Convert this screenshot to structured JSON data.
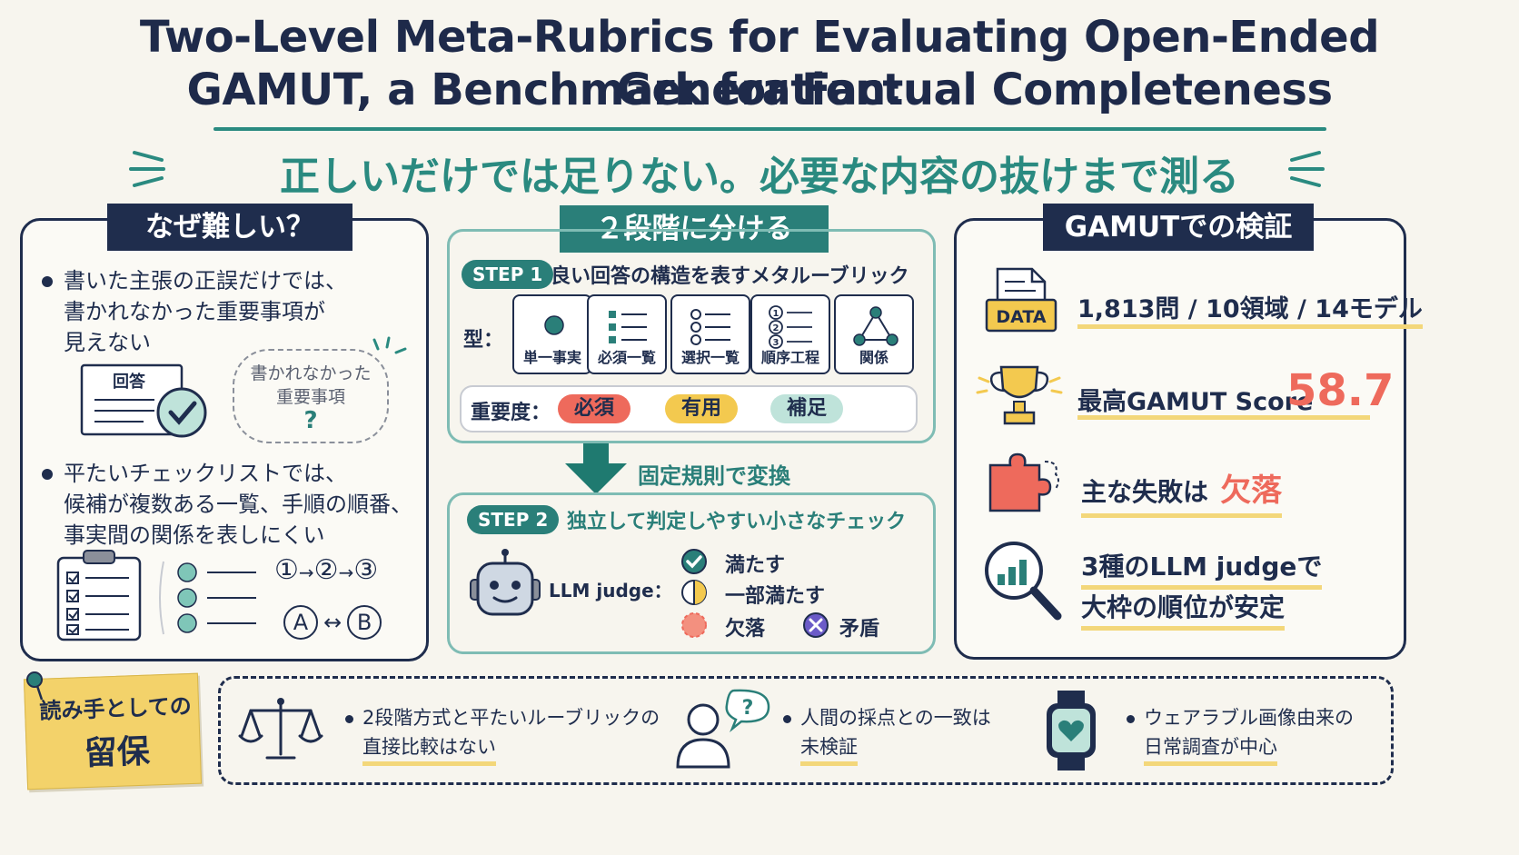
{
  "title_line1": "Two-Level Meta-Rubrics for Evaluating Open-Ended Generation:",
  "title_line2": "GAMUT, a Benchmark for Factual Completeness",
  "subtitle": "正しいだけでは足りない。必要な内容の抜けまで測る",
  "left": {
    "heading": "なぜ難しい？",
    "bullet1": [
      "書いた主張の正誤だけでは、",
      "書かれなかった重要事項が",
      "見えない"
    ],
    "answer_label": "回答",
    "missing_label_1": "書かれなかった",
    "missing_label_2": "重要事項",
    "question_mark": "?",
    "bullet2": [
      "平たいチェックリストでは、",
      "候補が複数ある一覧、手順の順番、",
      "事実間の関係を表しにくい"
    ],
    "seq": [
      "①",
      "→",
      "②",
      "→",
      "③"
    ],
    "rel": [
      "A",
      "↔",
      "B"
    ]
  },
  "middle": {
    "heading": "２段階に分ける",
    "step1_badge": "STEP 1",
    "step1_text": "良い回答の構造を表すメタルーブリック",
    "type_label": "型：",
    "types": [
      "単一事実",
      "必須一覧",
      "選択一覧",
      "順序工程",
      "関係"
    ],
    "importance_label": "重要度：",
    "importance": [
      "必須",
      "有用",
      "補足"
    ],
    "transform": "固定規則で変換",
    "step2_badge": "STEP 2",
    "step2_text": "独立して判定しやすい小さなチェック",
    "judge_label": "LLM judge：",
    "verdicts": [
      "満たす",
      "一部満たす",
      "欠落",
      "矛盾"
    ]
  },
  "right": {
    "heading": "GAMUTでの検証",
    "data_icon_label": "DATA",
    "stat1": "1,813問 / 10領域 / 14モデル",
    "stat2_label": "最高GAMUT Score",
    "stat2_value": "58.7",
    "stat3_label": "主な失敗は",
    "stat3_value": "欠落",
    "stat4": [
      "3種のLLM judgeで",
      "大枠の順位が安定"
    ]
  },
  "footer": {
    "note_1": "読み手としての",
    "note_2": "留保",
    "item1": [
      "2段階方式と平たいルーブリックの",
      "直接比較はない"
    ],
    "item2": [
      "人間の採点との一致は",
      "未検証"
    ],
    "item3": [
      "ウェアラブル画像由来の",
      "日常調査が中心"
    ]
  },
  "colors": {
    "navy": "#1f2d4d",
    "teal": "#2a7f79",
    "red": "#ee6a5c",
    "yellow": "#f3c94f",
    "mint": "#bfe3da",
    "purple": "#6b5bc8"
  }
}
